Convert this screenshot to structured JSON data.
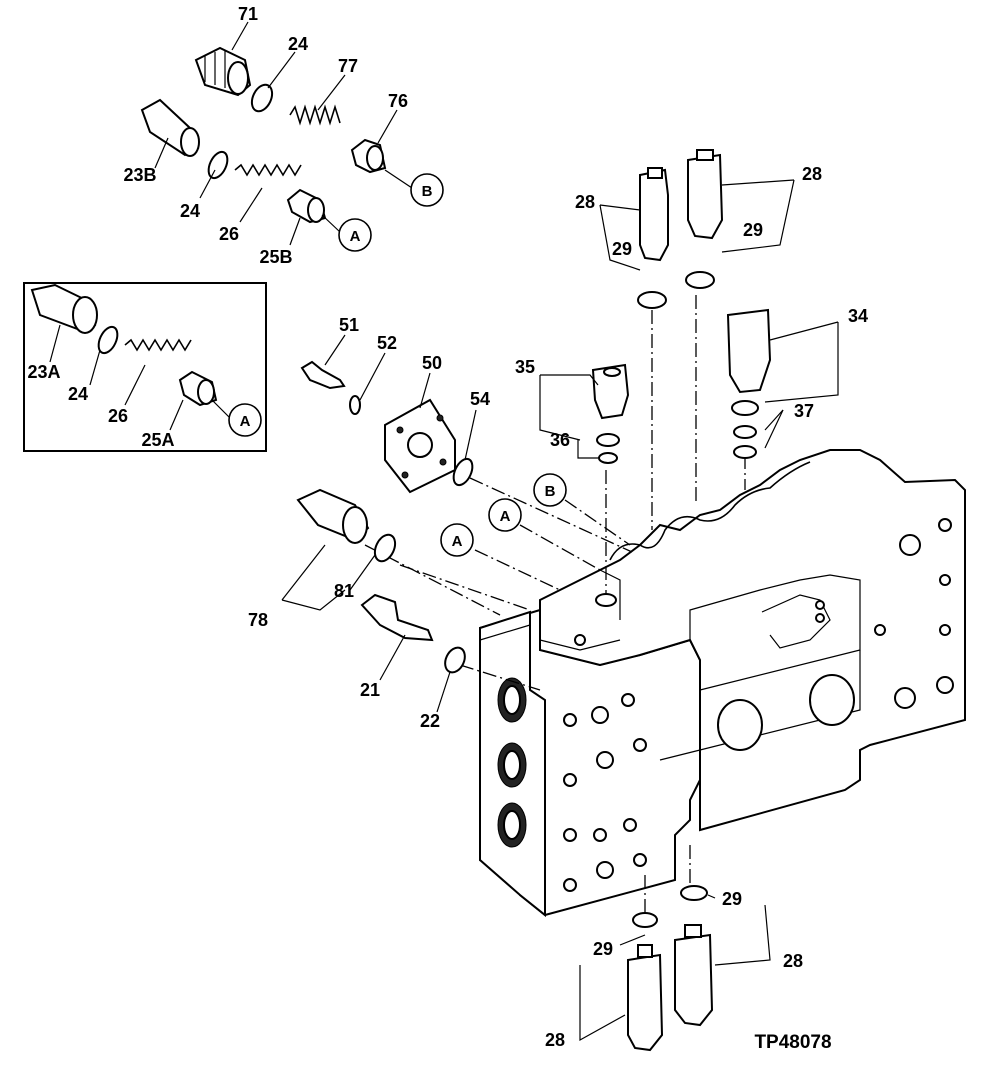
{
  "figure_code": "TP48078",
  "callouts": {
    "c71": "71",
    "c24a": "24",
    "c77": "77",
    "c76": "76",
    "c23b": "23B",
    "c24b": "24",
    "c26a": "26",
    "c25b": "25B",
    "c23a": "23A",
    "c24c": "24",
    "c26b": "26",
    "c25a": "25A",
    "c51": "51",
    "c52": "52",
    "c50": "50",
    "c54": "54",
    "c35": "35",
    "c36": "36",
    "c34": "34",
    "c37": "37",
    "c28a": "28",
    "c28b": "28",
    "c29a": "29",
    "c29b": "29",
    "c78": "78",
    "c81": "81",
    "c21": "21",
    "c22": "22",
    "c29c": "29",
    "c29d": "29",
    "c28c": "28",
    "c28d": "28"
  },
  "reference_markers": {
    "b_top": "B",
    "a_top": "A",
    "a_inset": "A",
    "b_body": "B",
    "a_body1": "A",
    "a_body2": "A"
  }
}
